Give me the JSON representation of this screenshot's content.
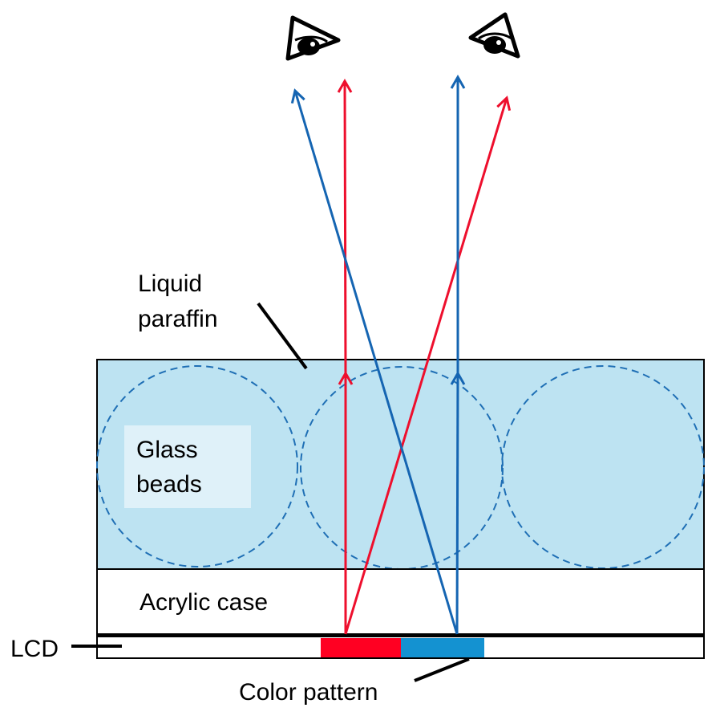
{
  "labels": {
    "liquid_paraffin_line1": "Liquid",
    "liquid_paraffin_line2": "paraffin",
    "glass_beads_line1": "Glass",
    "glass_beads_line2": "beads",
    "acrylic_case": "Acrylic case",
    "lcd": "LCD",
    "color_pattern": "Color pattern"
  },
  "colors": {
    "paraffin_fill": "#bde3f2",
    "label_box_fill": "#dff1f9",
    "bead_outline": "#1f6fb5",
    "red_ray": "#ee0f2d",
    "blue_ray": "#1565b2",
    "pattern_red": "#ff0022",
    "pattern_blue": "#1492d1",
    "outline": "#000000"
  },
  "icons": {
    "eye_left": "eye-icon",
    "eye_right": "eye-icon"
  }
}
